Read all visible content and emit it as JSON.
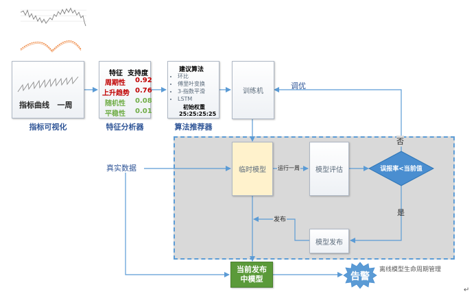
{
  "nodes": {
    "metric_viz": {
      "line1": "指标曲线",
      "line2": "一周",
      "caption": "指标可视化"
    },
    "feature_analyzer": {
      "header_feature": "特征",
      "header_support": "支持度",
      "rows": [
        {
          "name": "周期性",
          "value": "0.92",
          "color": "#c00000"
        },
        {
          "name": "上升趋势",
          "value": "0.76",
          "color": "#c00000"
        },
        {
          "name": "随机性",
          "value": "0.08",
          "color": "#70ad47"
        },
        {
          "name": "平稳性",
          "value": "0.01",
          "color": "#70ad47"
        }
      ],
      "caption": "特征分析器"
    },
    "algo_recommender": {
      "title": "建议算法",
      "items": [
        "环比",
        "傅里叶变换",
        "3-指数平滑",
        "LSTM"
      ],
      "init_weight_label": "初始权重",
      "weights": "25:25:25:25",
      "caption": "算法推荐器"
    },
    "trainer": {
      "label": "训练机"
    },
    "temp_model": {
      "label": "临时模型"
    },
    "model_eval": {
      "label": "模型评估"
    },
    "decision": {
      "label": "误报率<当前值"
    },
    "model_publish": {
      "label": "模型发布"
    },
    "current_model": {
      "line1": "当前发布",
      "line2": "中模型"
    },
    "alarm": {
      "label": "告警"
    }
  },
  "edge_labels": {
    "tune": "调优",
    "no": "否",
    "yes": "是",
    "run_week": "运行一周",
    "publish": "发布",
    "real_data": "真实数据"
  },
  "zone_label": "离线模型生命周期管理",
  "colors": {
    "arrow": "#5b9bd5",
    "caption": "#2f5597",
    "zone_fill": "#d9d9d9",
    "temp_model_fill": "#fff2cc",
    "decision_fill": "#4a8ed0",
    "current_model_fill": "#5b9a3a",
    "alarm_fill": "#5b9bd5",
    "red_value": "#c00000",
    "green_value": "#70ad47"
  }
}
